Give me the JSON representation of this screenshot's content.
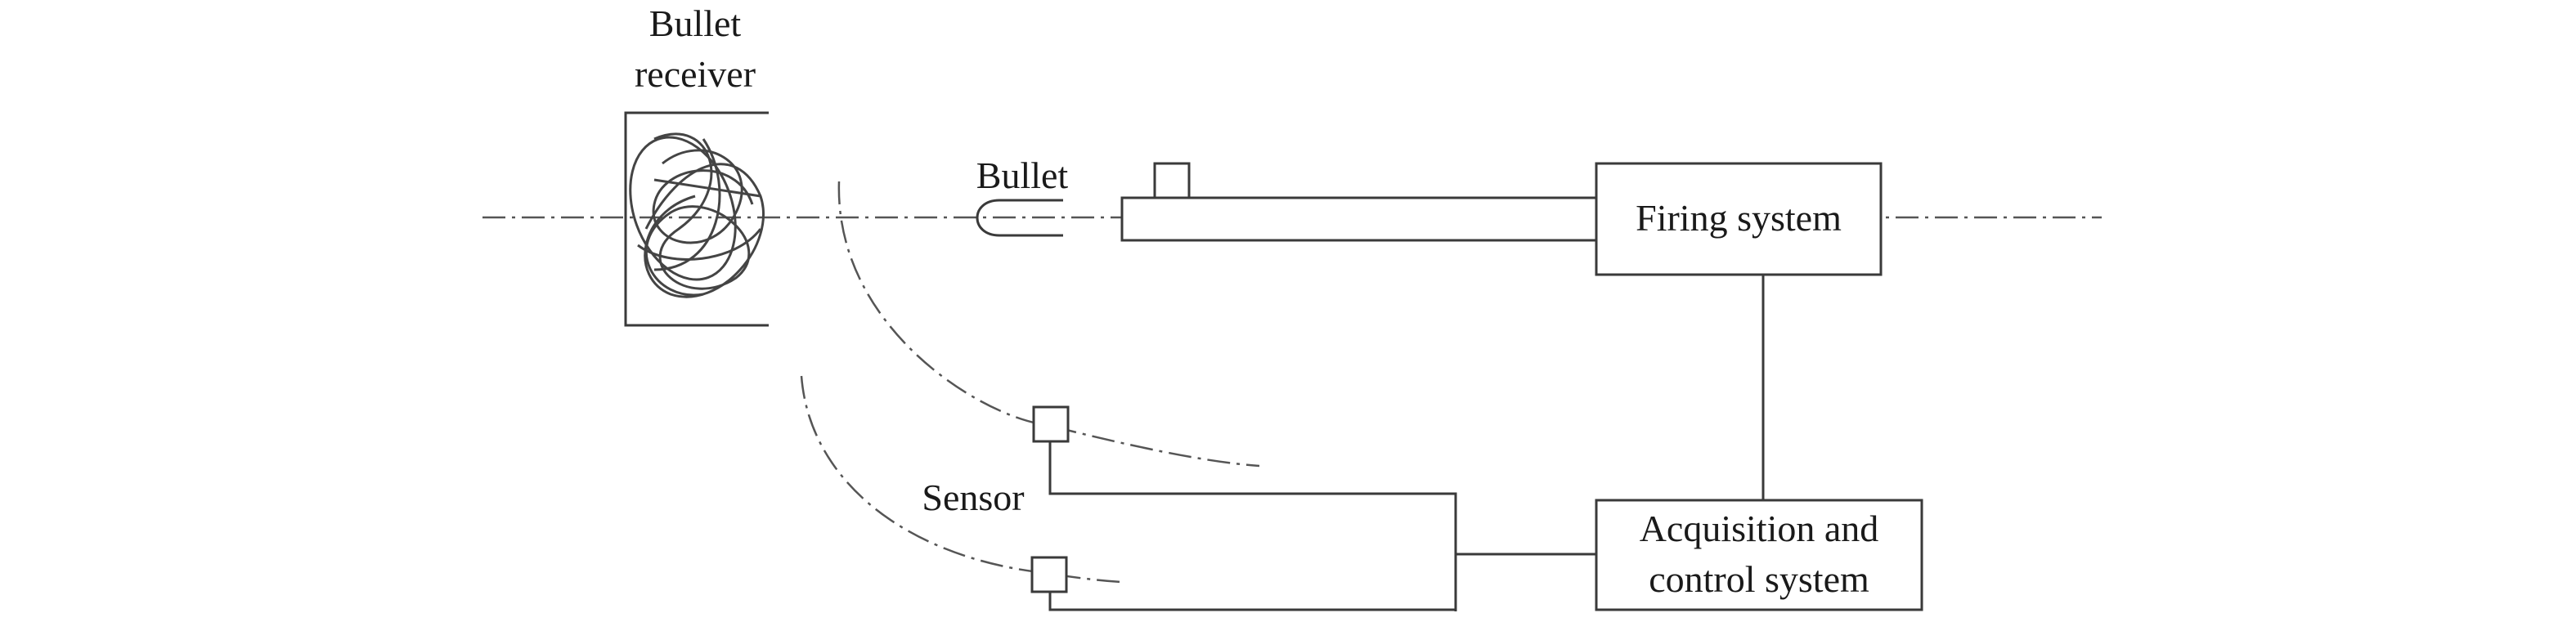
{
  "labels": {
    "bullet_receiver_line1": "Bullet",
    "bullet_receiver_line2": "receiver",
    "bullet": "Bullet",
    "sensor": "Sensor",
    "firing_system": "Firing system",
    "acquisition_line1": "Acquisition and",
    "acquisition_line2": "control system"
  },
  "colors": {
    "line": "#3a3a3a",
    "axis": "#555555",
    "text": "#1a1a1a"
  }
}
